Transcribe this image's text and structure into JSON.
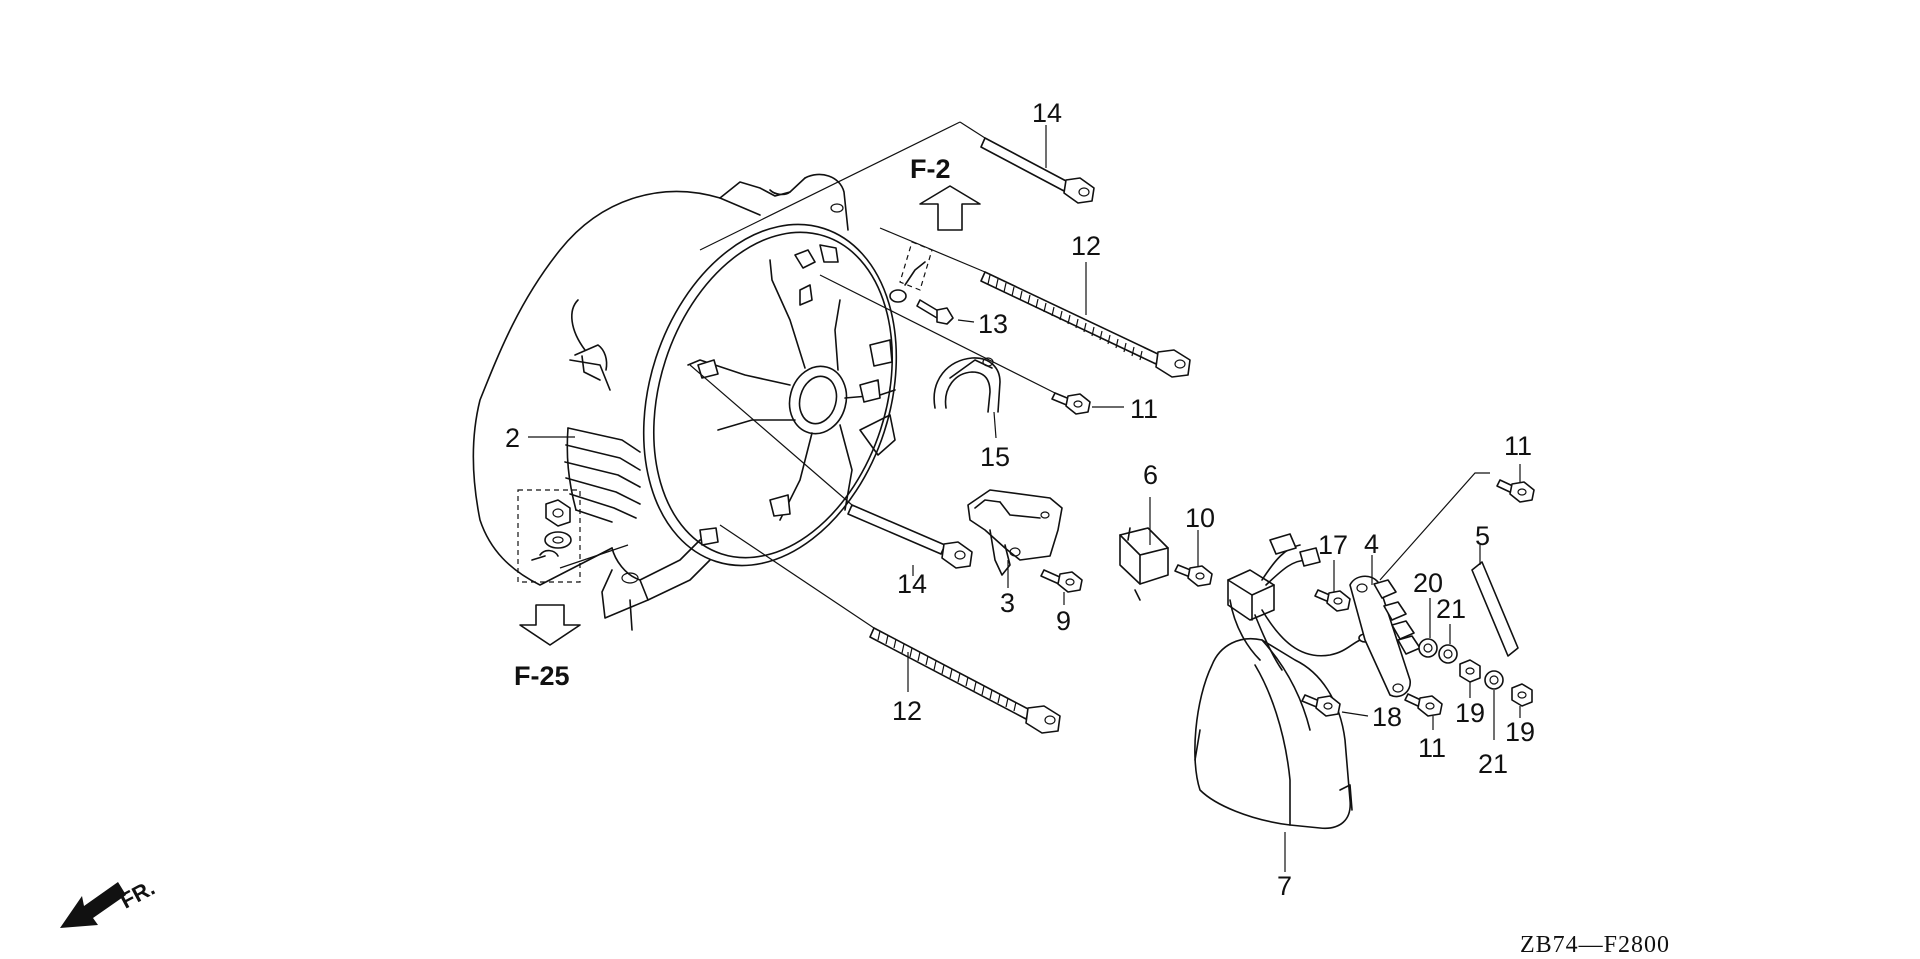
{
  "diagram_code": "ZB74—F2800",
  "references": {
    "top": "F-2",
    "bottom": "F-25"
  },
  "direction_label": "FR.",
  "callouts": {
    "c2": "2",
    "c3": "3",
    "c4": "4",
    "c5": "5",
    "c6": "6",
    "c7": "7",
    "c9": "9",
    "c10": "10",
    "c11a": "11",
    "c11b": "11",
    "c11c": "11",
    "c12a": "12",
    "c12b": "12",
    "c13": "13",
    "c14a": "14",
    "c14b": "14",
    "c15": "15",
    "c17": "17",
    "c18": "18",
    "c19a": "19",
    "c19b": "19",
    "c20": "20",
    "c21a": "21",
    "c21b": "21"
  }
}
